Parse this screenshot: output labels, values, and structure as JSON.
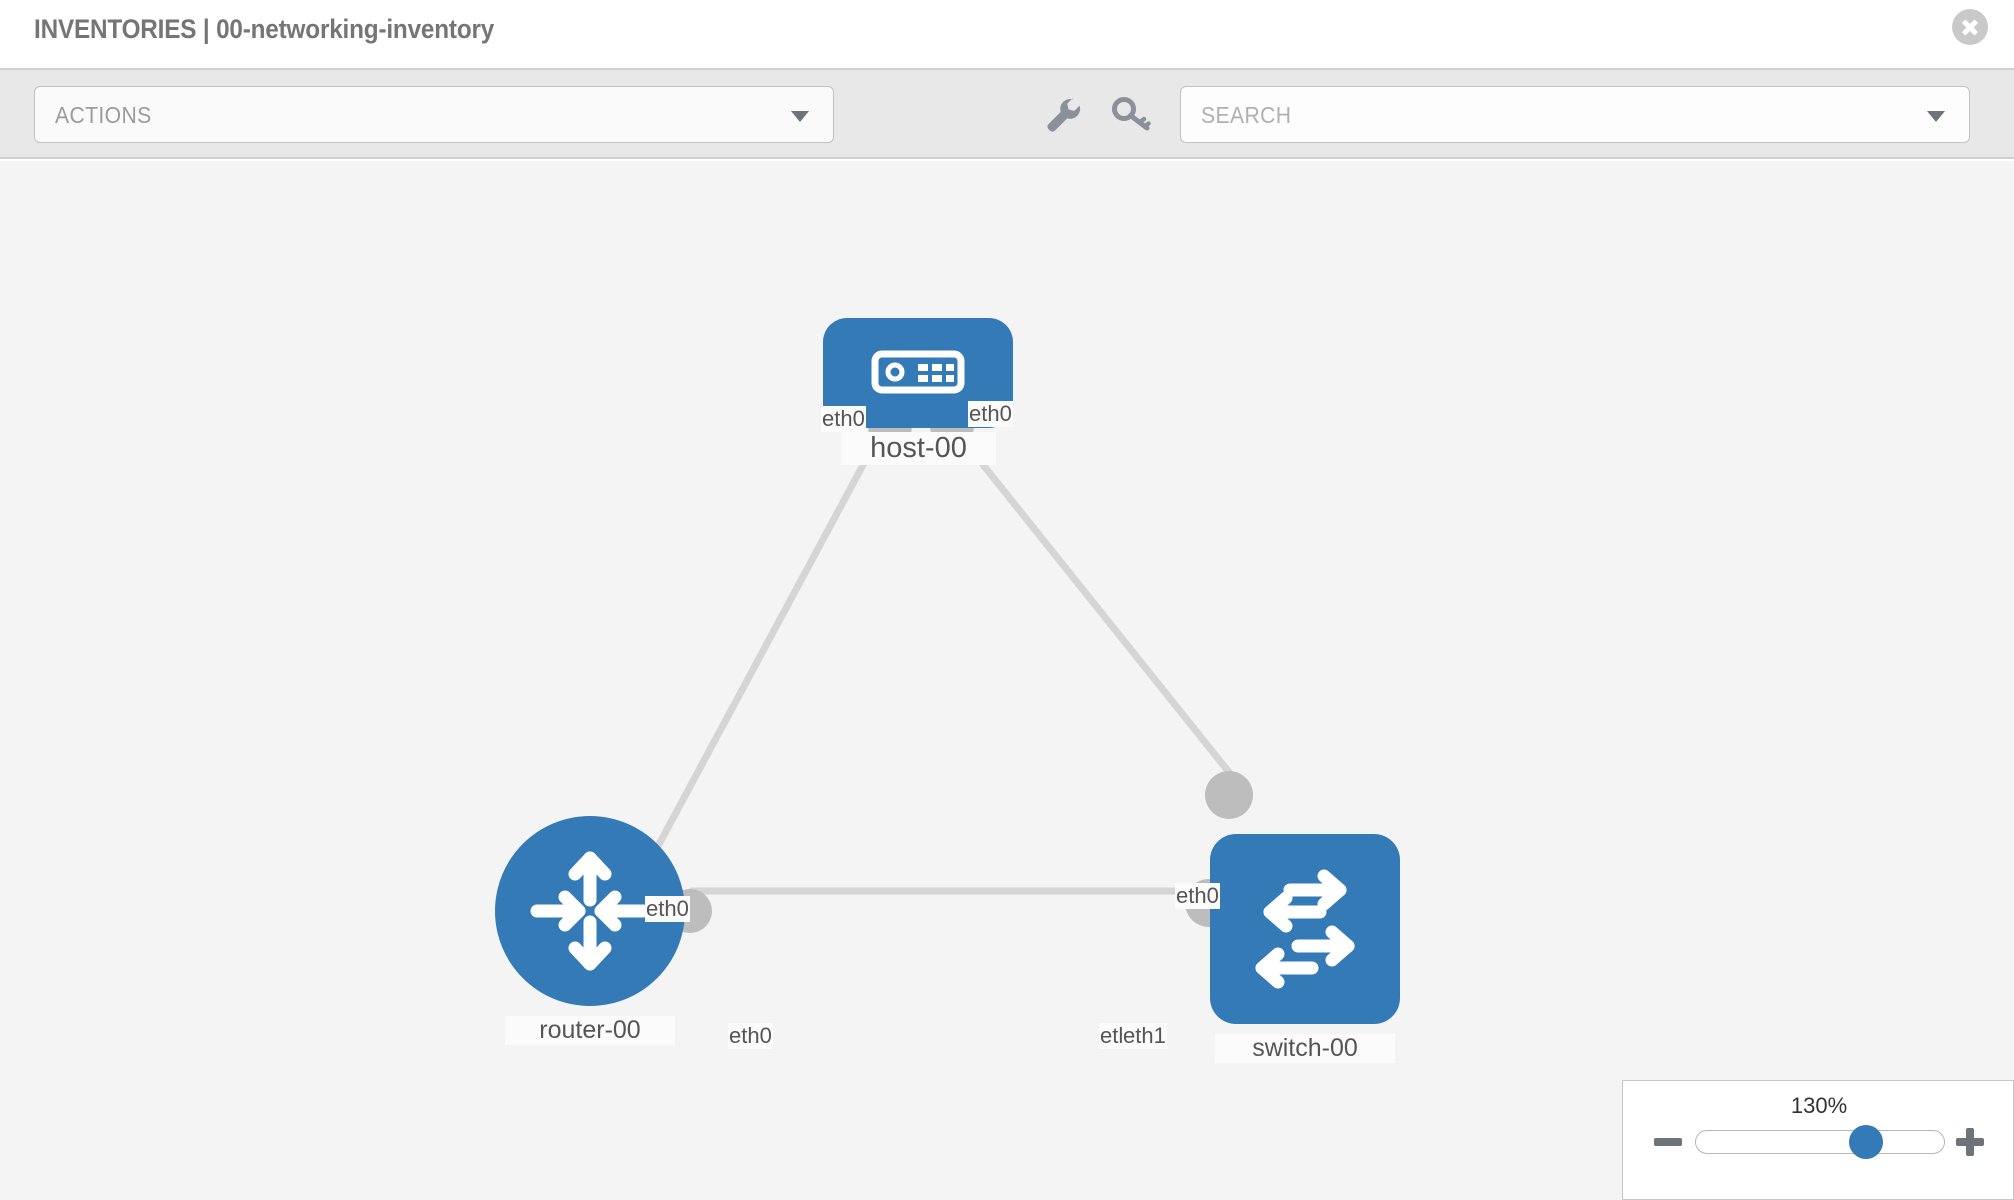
{
  "header": {
    "title": "INVENTORIES | 00-networking-inventory",
    "close_icon": "close-circle-icon"
  },
  "toolbar": {
    "actions_label": "ACTIONS",
    "actions_caret_icon": "chevron-down-icon",
    "wrench_icon": "wrench-icon",
    "key_icon": "key-icon",
    "search_placeholder": "SEARCH",
    "search_value": "",
    "search_caret_icon": "chevron-down-icon"
  },
  "topology": {
    "nodes": [
      {
        "id": "host",
        "label": "host-00",
        "icon": "server-icon",
        "color": "#337ab7",
        "shape": "rounded-rect"
      },
      {
        "id": "router",
        "label": "router-00",
        "icon": "router-icon",
        "color": "#337ab7",
        "shape": "circle"
      },
      {
        "id": "switch",
        "label": "switch-00",
        "icon": "switch-icon",
        "color": "#337ab7",
        "shape": "rounded-square"
      }
    ],
    "edge_labels": [
      {
        "id": "host-left",
        "text": "eth0"
      },
      {
        "id": "host-right",
        "text": "eth0"
      },
      {
        "id": "router-up",
        "text": "eth0"
      },
      {
        "id": "switch-up",
        "text": "eth0"
      },
      {
        "id": "router-right",
        "text": "eth0"
      },
      {
        "id": "switch-left-a",
        "text": "eth"
      },
      {
        "id": "switch-left-b",
        "text": "eth1"
      }
    ],
    "edge_color": "#d5d5d5",
    "port_color": "#bdbdbd"
  },
  "zoom_control": {
    "value": "130%",
    "minus_icon": "minus-icon",
    "plus_icon": "plus-icon",
    "thumb_icon": "slider-thumb"
  }
}
